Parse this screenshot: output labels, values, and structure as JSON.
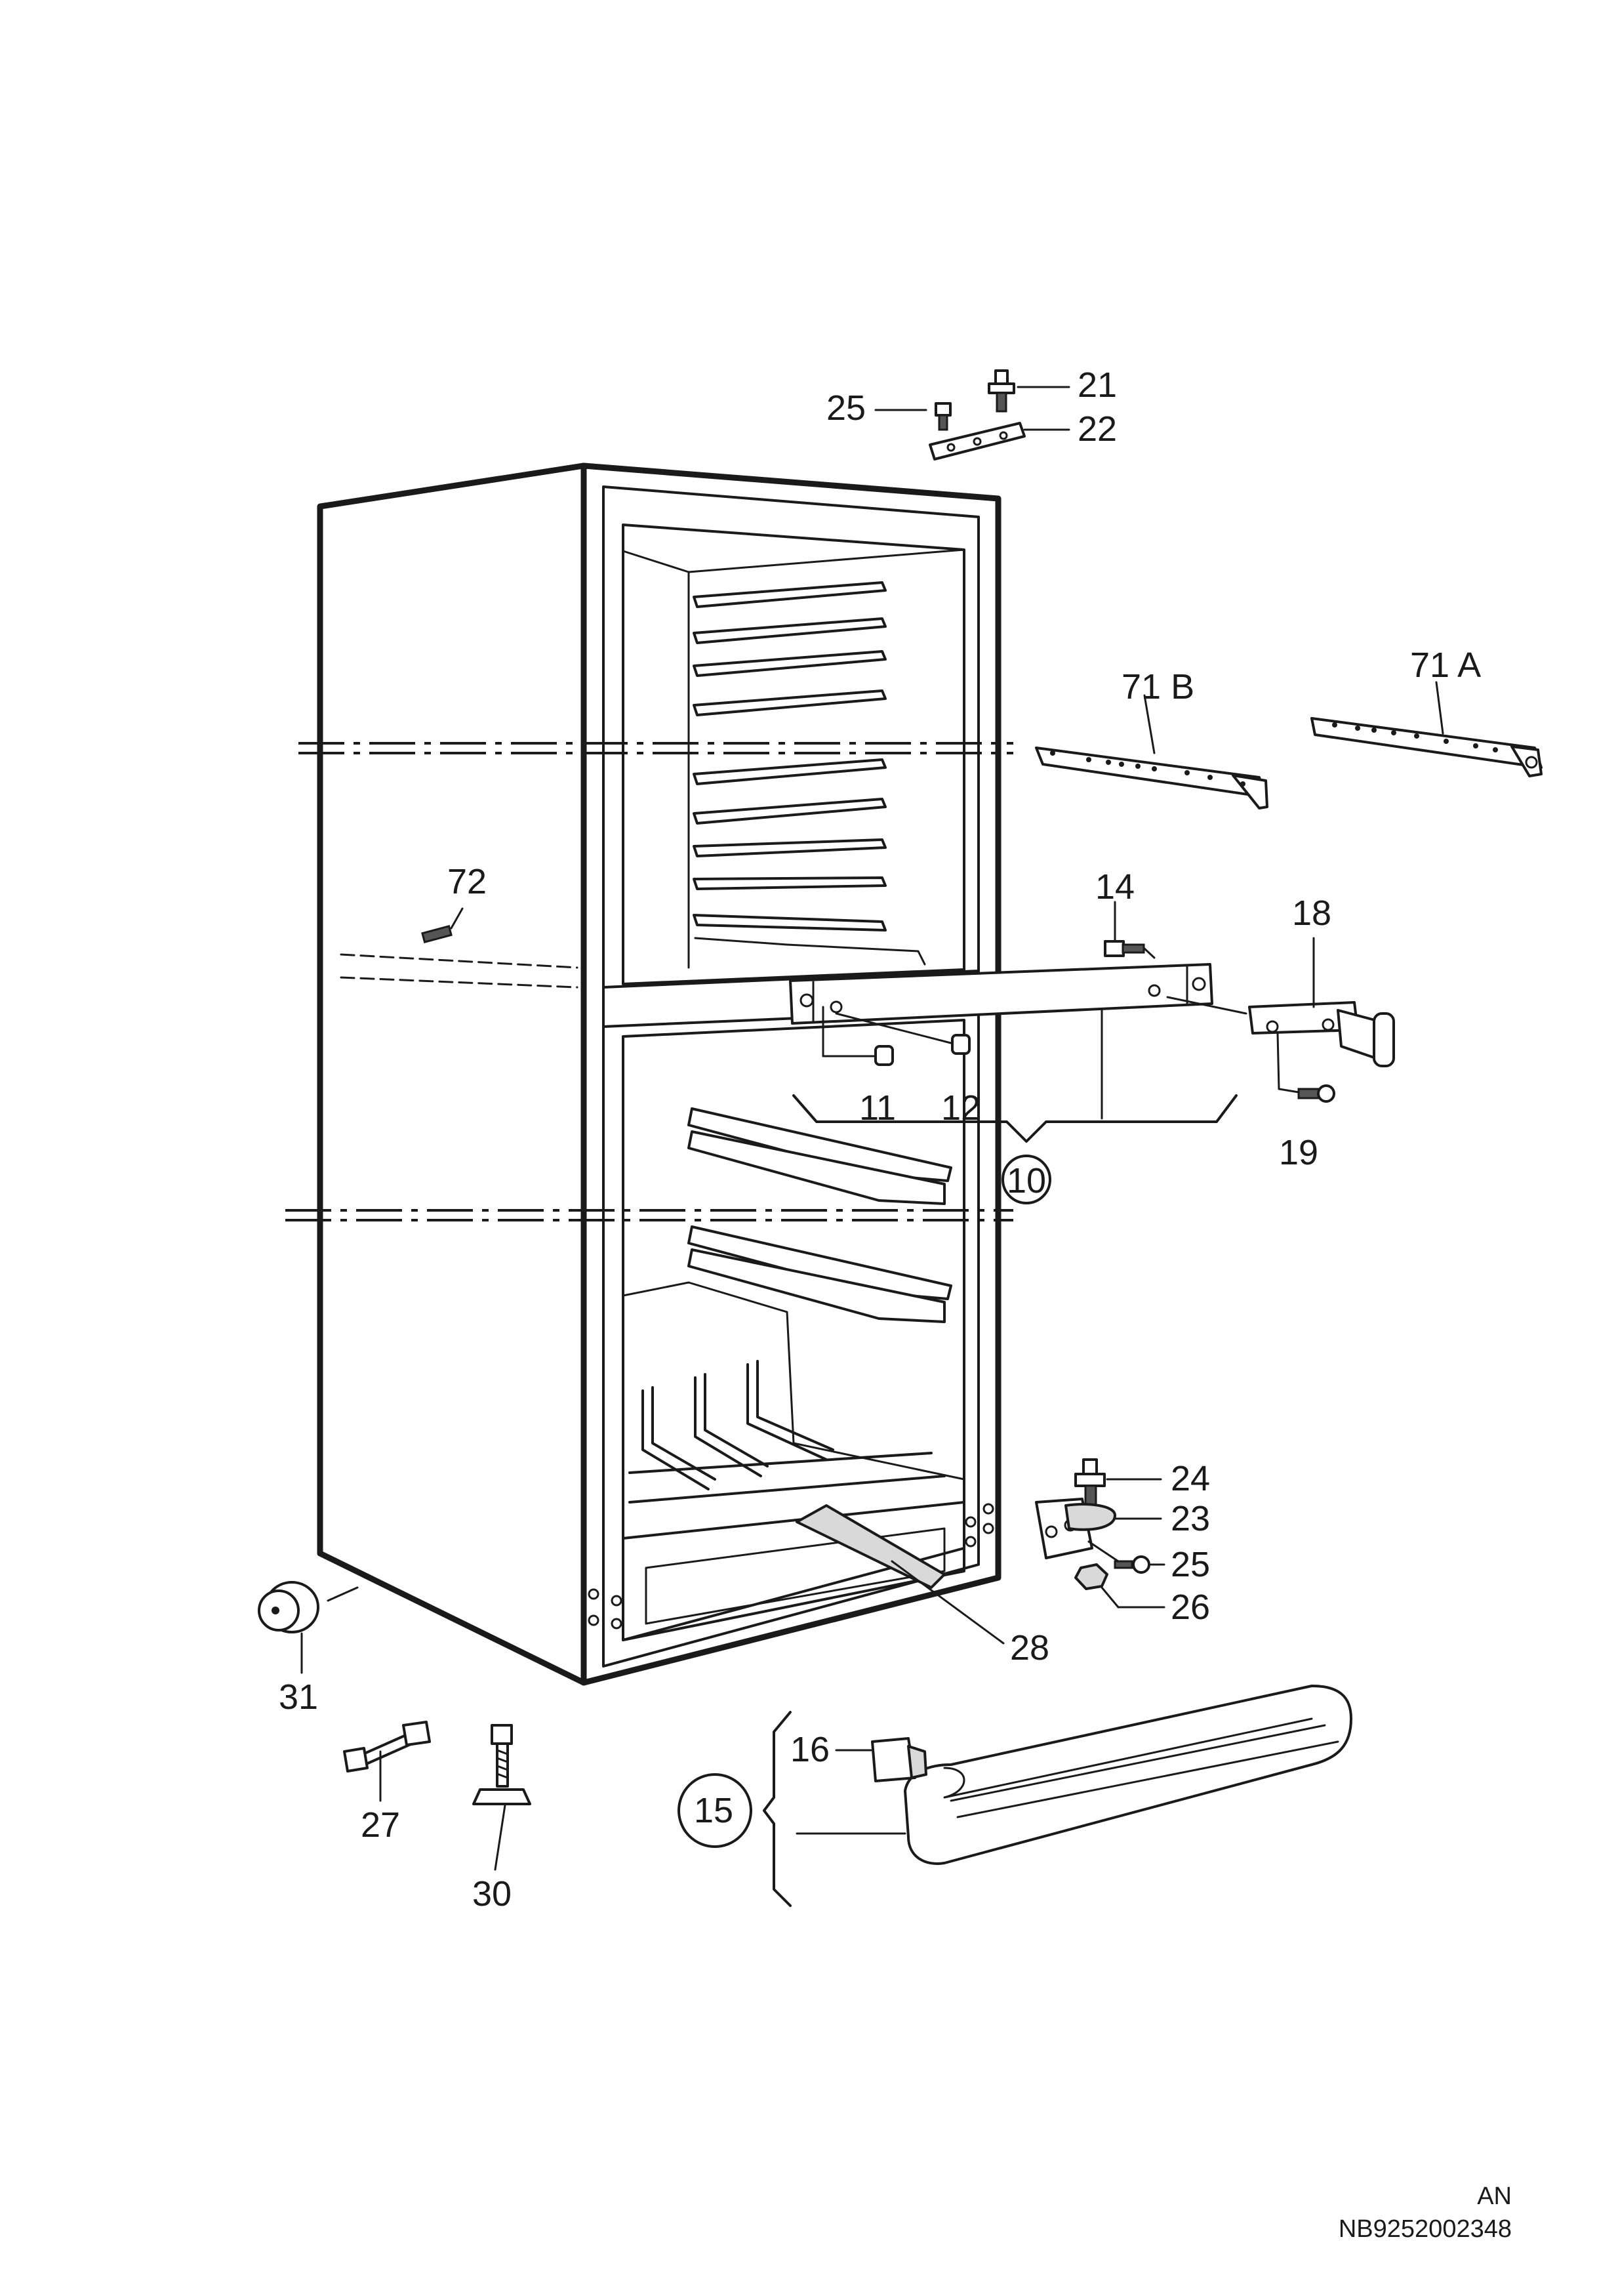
{
  "callouts": {
    "c25_top": "25",
    "c21": "21",
    "c22": "22",
    "c71B": "71 B",
    "c71A": "71 A",
    "c72": "72",
    "c14": "14",
    "c18": "18",
    "c11": "11",
    "c12": "12",
    "c19": "19",
    "c10": "10",
    "c24": "24",
    "c23": "23",
    "c25_bottom": "25",
    "c26": "26",
    "c28": "28",
    "c31": "31",
    "c16": "16",
    "c15": "15",
    "c27": "27",
    "c30": "30"
  },
  "footer": {
    "line1": "AN",
    "line2": "NB9252002348"
  }
}
